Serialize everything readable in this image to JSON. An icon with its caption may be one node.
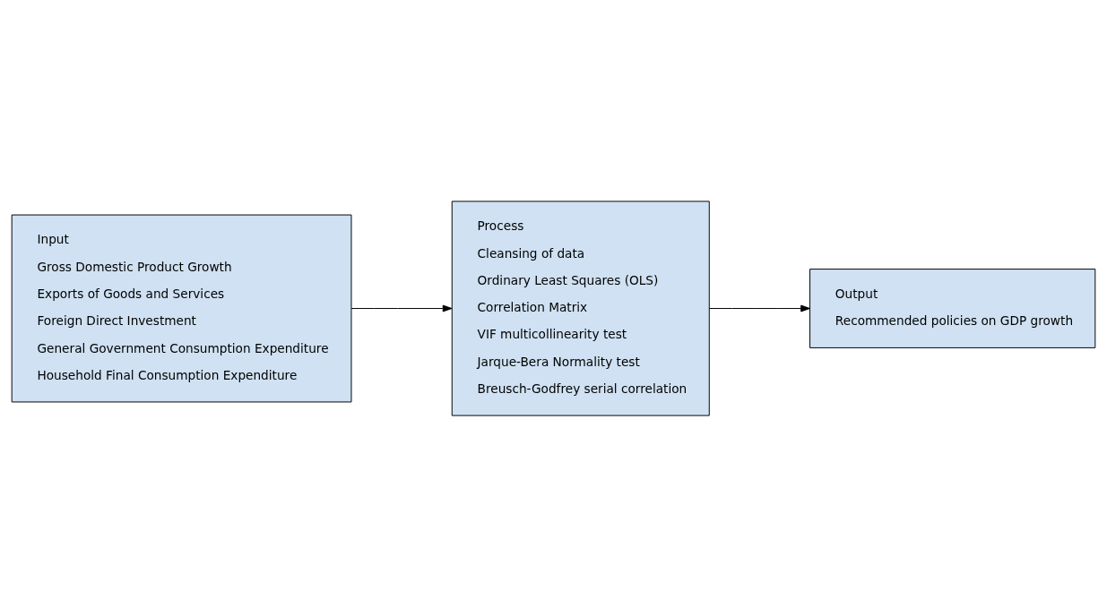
{
  "diagram": {
    "nodes": [
      {
        "text": [
          "Input",
          "Gross Domestic Product Growth",
          "Exports of Goods and Services",
          "Foreign Direct Investment",
          "General Government Consumption Expenditure",
          "Household Final Consumption Expenditure"
        ]
      },
      {
        "text": [
          "Process",
          "Cleansing of data",
          "Ordinary Least Squares (OLS)",
          "Correlation Matrix",
          "VIF multicollinearity test",
          "Jarque-Bera Normality test",
          "Breusch-Godfrey serial correlation"
        ]
      },
      {
        "text": [
          "Output",
          "Recommended policies on GDP growth"
        ]
      }
    ],
    "edges": [
      {
        "from": 0,
        "to": 1,
        "arrow": "to"
      },
      {
        "from": 1,
        "to": 2,
        "arrow": "to"
      }
    ]
  }
}
